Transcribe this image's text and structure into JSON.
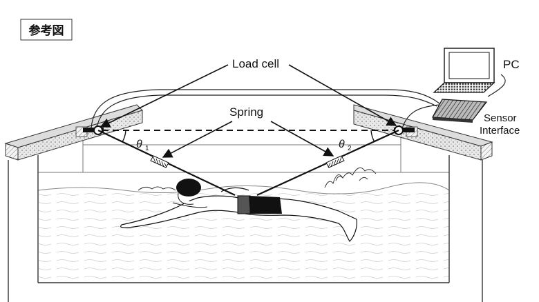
{
  "tag": "参考図",
  "labels": {
    "load_cell": "Load cell",
    "spring": "Spring",
    "pc": "PC",
    "sensor": "Sensor",
    "interface": "Interface",
    "theta1": "θ",
    "theta1_sub": "1",
    "theta2": "θ",
    "theta2_sub": "2"
  }
}
